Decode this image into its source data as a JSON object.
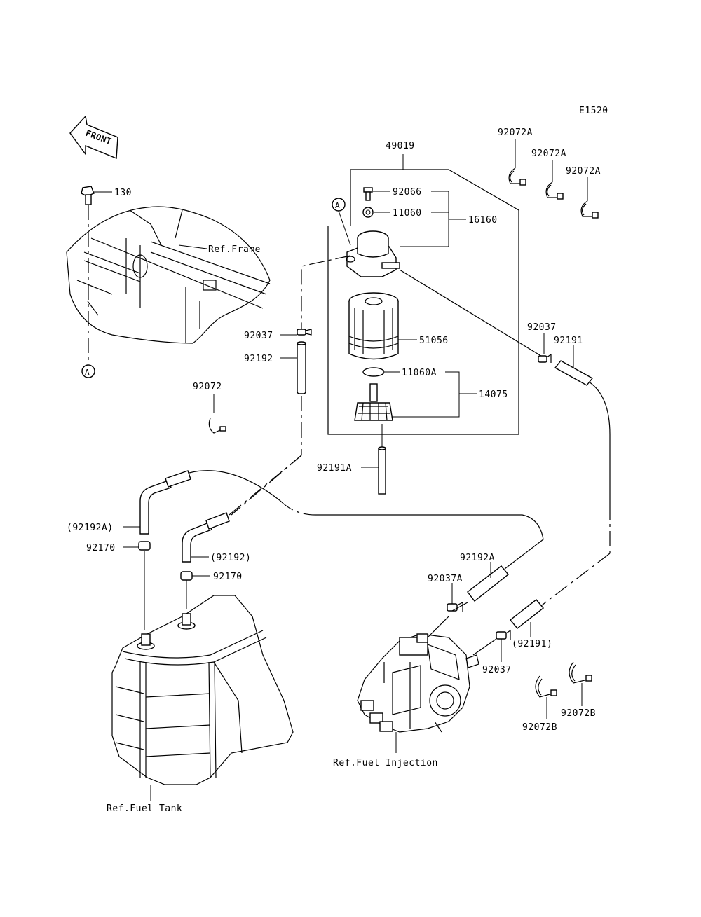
{
  "diagram_code": "E1520",
  "front_label": "FRONT",
  "callout_a": "A",
  "labels": {
    "p130": "130",
    "ref_frame": "Ref.Frame",
    "p49019": "49019",
    "p92066": "92066",
    "p11060": "11060",
    "p16160": "16160",
    "p51056": "51056",
    "p11060a": "11060A",
    "p14075": "14075",
    "p92191a": "92191A",
    "p92037_top": "92037",
    "p92192": "92192",
    "p92072": "92072",
    "p92072a_1": "92072A",
    "p92072a_2": "92072A",
    "p92072a_3": "92072A",
    "p92037_right": "92037",
    "p92191": "92191",
    "p92192a_paren": "(92192A)",
    "p92170_left": "92170",
    "p92192_paren": "(92192)",
    "p92170_right": "92170",
    "p92192a": "92192A",
    "p92037a": "92037A",
    "p92191_paren": "(92191)",
    "p92037_bottom": "92037",
    "p92072b_1": "92072B",
    "p92072b_2": "92072B",
    "ref_fuel_injection": "Ref.Fuel Injection",
    "ref_fuel_tank": "Ref.Fuel Tank"
  }
}
